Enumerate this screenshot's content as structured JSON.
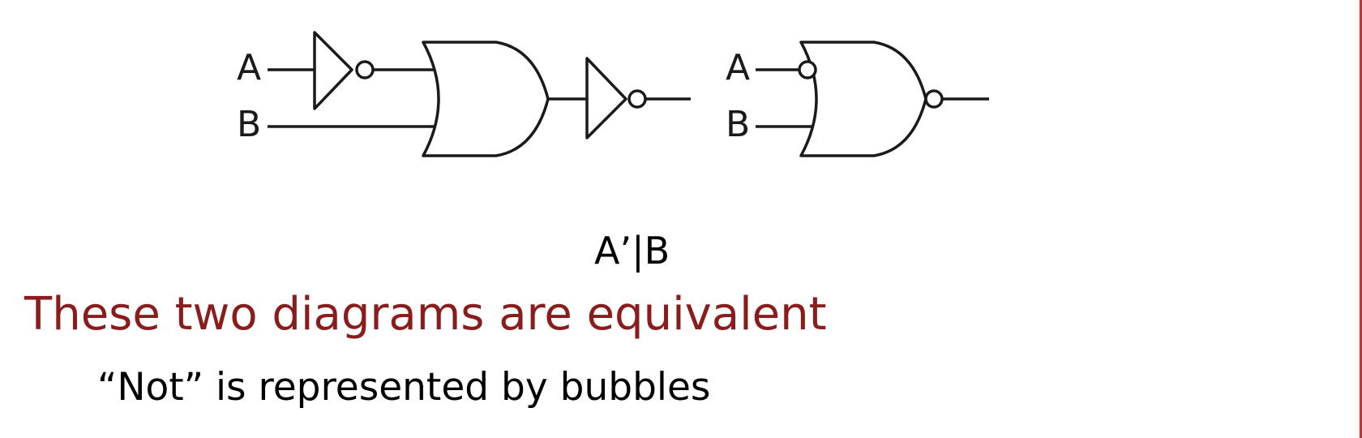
{
  "diagram_left": {
    "input_a_label": "A",
    "input_b_label": "B"
  },
  "diagram_right": {
    "input_a_label": "A",
    "input_b_label": "B"
  },
  "expression": "A’|B",
  "heading": "These two diagrams are equivalent",
  "subpoint": "“Not” is represented by bubbles",
  "colors": {
    "heading": "#8b1c1c",
    "text": "#000000",
    "lines": "#1a1a1a",
    "border": "#b33a3a"
  }
}
